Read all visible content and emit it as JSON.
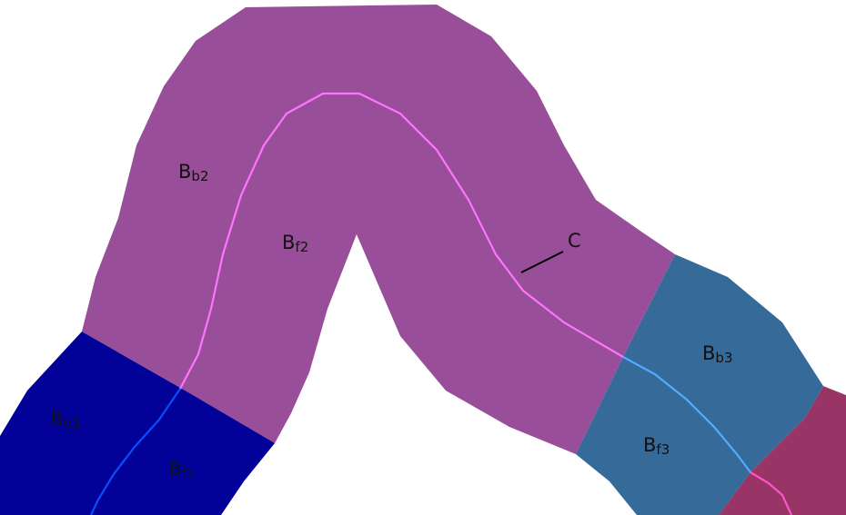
{
  "colors": {
    "background": "#ffffff",
    "region_b2": "#994e99",
    "region_b1": "#020299",
    "region_b3": "#356a99",
    "region_b4": "#993466",
    "centerline_b2": "#ff74ff",
    "centerline_b1": "#0a4dff",
    "centerline_b3": "#55aaff",
    "centerline_b4": "#ff55cc",
    "pointer": "#000000",
    "label_text": "#111111"
  },
  "labels": {
    "bb1": {
      "main": "B",
      "sub": "b1"
    },
    "bf1": {
      "main": "B",
      "sub": "f1"
    },
    "bb2": {
      "main": "B",
      "sub": "b2"
    },
    "bf2": {
      "main": "B",
      "sub": "f2"
    },
    "bb3": {
      "main": "B",
      "sub": "b3"
    },
    "bf3": {
      "main": "B",
      "sub": "f3"
    },
    "c": "C"
  }
}
